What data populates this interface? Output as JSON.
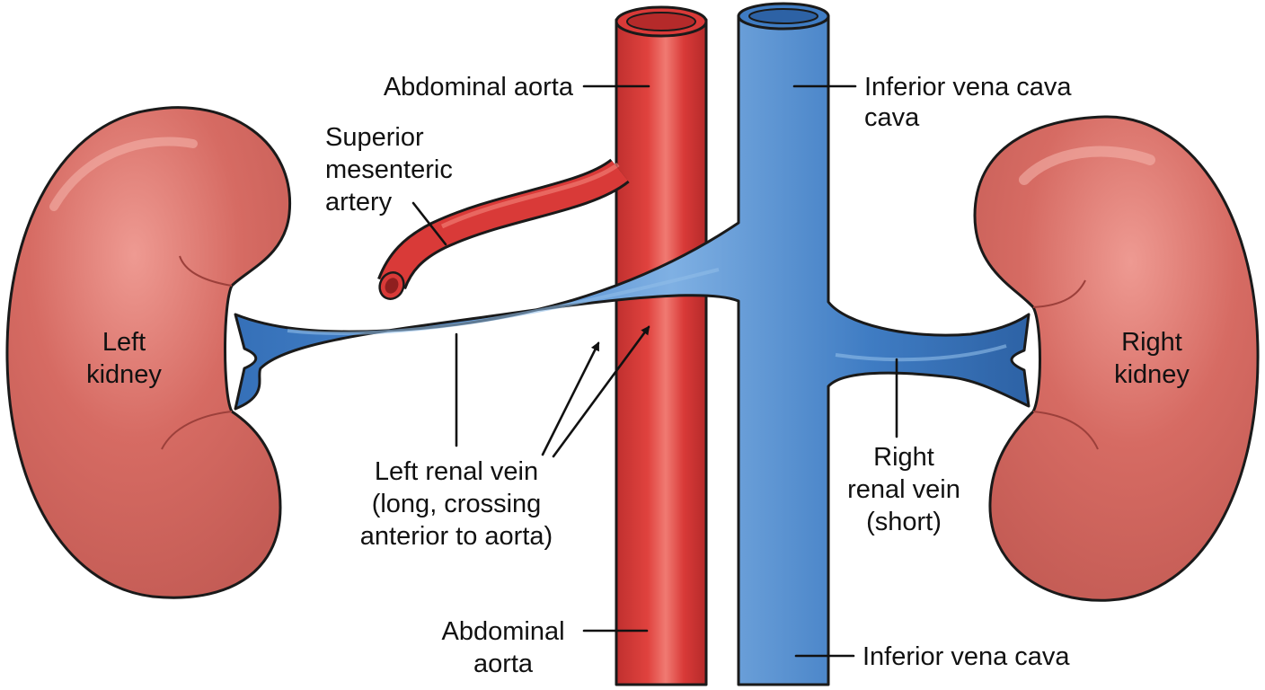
{
  "labels": {
    "aorta_top": "Abdominal aorta",
    "ivc_top_line1": "Inferior vena cava",
    "ivc_top_line2": "cava",
    "sma_line1": "Superior",
    "sma_line2": "mesenteric",
    "sma_line3": "artery",
    "left_kidney_line1": "Left",
    "left_kidney_line2": "kidney",
    "right_kidney_line1": "Right",
    "right_kidney_line2": "kidney",
    "lrv_line1": "Left renal vein",
    "lrv_line2": "(long, crossing",
    "lrv_line3": "anterior to aorta)",
    "rrv_line1": "Right",
    "rrv_line2": "renal vein",
    "rrv_line3": "(short)",
    "aorta_bottom_line1": "Abdominal",
    "aorta_bottom_line2": "aorta",
    "ivc_bottom": "Inferior vena cava"
  },
  "colors": {
    "artery": "#d93a38",
    "artery_highlight": "#f07a72",
    "artery_shadow": "#b52a2a",
    "vein": "#3f7cc3",
    "vein_highlight": "#7fb0e3",
    "vein_shadow": "#2d62a5",
    "kidney": "#d66b63",
    "kidney_highlight": "#ee9a92",
    "kidney_shadow": "#b9524c",
    "outline": "#1a1a1a"
  }
}
